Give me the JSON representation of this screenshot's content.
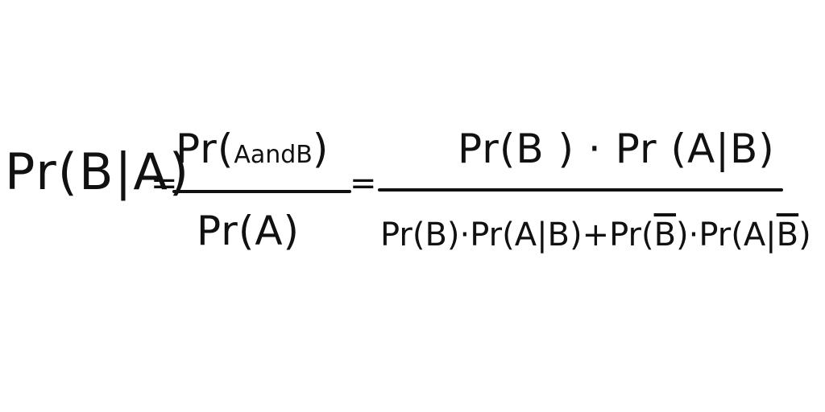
{
  "formula": {
    "lhs": "Pr(B|A)",
    "equals_1": "=",
    "frac1": {
      "num_prefix": "Pr(",
      "num_mid": "AandB",
      "num_suffix": ")",
      "den": "Pr(A)"
    },
    "equals_2": "=",
    "frac2": {
      "num": "Pr(B ) · Pr (A|B)",
      "den_part1": "Pr(B)·Pr(A|B)+Pr(",
      "den_bbar1": "B",
      "den_part2": ")·Pr(A|",
      "den_bbar2": "B",
      "den_part3": ")"
    }
  }
}
